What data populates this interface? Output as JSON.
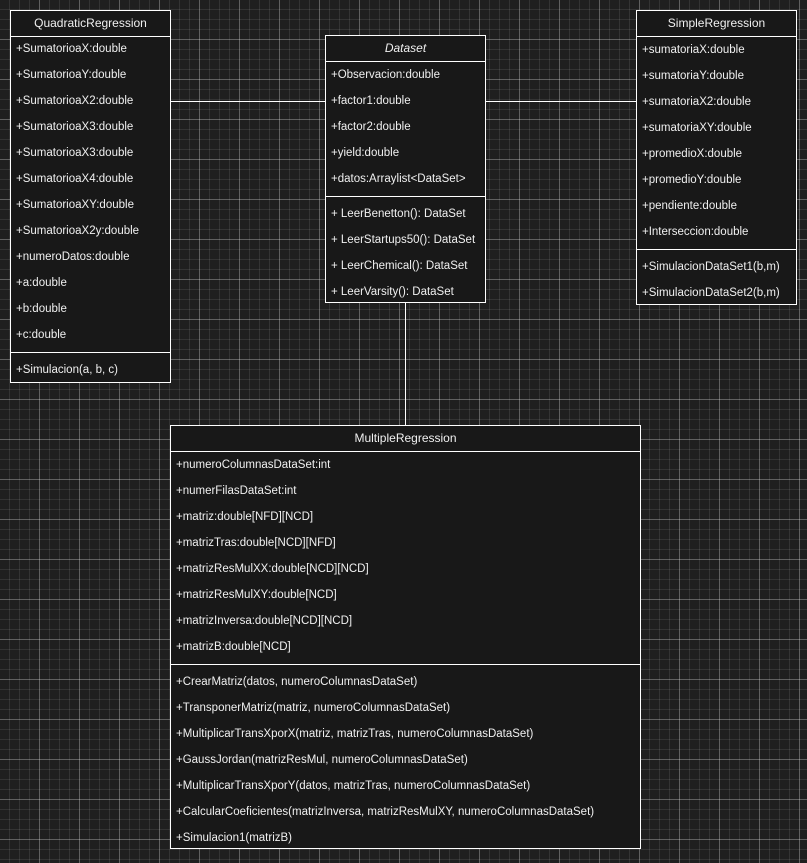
{
  "classes": {
    "quadratic": {
      "name": "QuadraticRegression",
      "attributes": [
        "+SumatorioaX:double",
        "+SumatorioaY:double",
        "+SumatorioaX2:double",
        "+SumatorioaX3:double",
        "+SumatorioaX3:double",
        "+SumatorioaX4:double",
        "+SumatorioaXY:double",
        "+SumatorioaX2y:double",
        "+numeroDatos:double",
        "+a:double",
        "+b:double",
        "+c:double"
      ],
      "methods": [
        "+Simulacion(a, b, c)"
      ]
    },
    "dataset": {
      "name": "Dataset",
      "attributes": [
        "+Observacion:double",
        "+factor1:double",
        "+factor2:double",
        "+yield:double",
        "+datos:Arraylist<DataSet>"
      ],
      "methods": [
        "+ LeerBenetton(): DataSet",
        "+ LeerStartups50(): DataSet",
        "+ LeerChemical(): DataSet",
        "+ LeerVarsity(): DataSet"
      ]
    },
    "simple": {
      "name": "SimpleRegression",
      "attributes": [
        "+sumatoriaX:double",
        "+sumatoriaY:double",
        "+sumatoriaX2:double",
        "+sumatoriaXY:double",
        "+promedioX:double",
        "+promedioY:double",
        "+pendiente:double",
        "+Interseccion:double"
      ],
      "methods": [
        "+SimulacionDataSet1(b,m)",
        "+SimulacionDataSet2(b,m)"
      ]
    },
    "multiple": {
      "name": "MultipleRegression",
      "attributes": [
        "+numeroColumnasDataSet:int",
        "+numerFilasDataSet:int",
        "+matriz:double[NFD][NCD]",
        "+matrizTras:double[NCD][NFD]",
        "+matrizResMulXX:double[NCD][NCD]",
        "+matrizResMulXY:double[NCD]",
        "+matrizInversa:double[NCD][NCD]",
        "+matrizB:double[NCD]"
      ],
      "methods": [
        "+CrearMatriz(datos, numeroColumnasDataSet)",
        "+TransponerMatriz(matriz, numeroColumnasDataSet)",
        "+MultiplicarTransXporX(matriz, matrizTras, numeroColumnasDataSet)",
        "+GaussJordan(matrizResMul, numeroColumnasDataSet)",
        "+MultiplicarTransXporY(datos, matrizTras, numeroColumnasDataSet)",
        "+CalcularCoeficientes(matrizInversa, matrizResMulXY, numeroColumnasDataSet)",
        "+Simulacion1(matrizB)"
      ]
    }
  }
}
